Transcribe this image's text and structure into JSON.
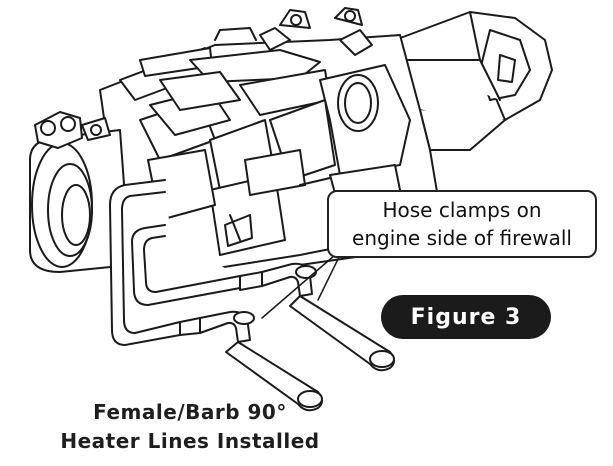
{
  "callout": {
    "line1": "Hose clamps on",
    "line2": "engine side of firewall"
  },
  "figure_label": "Figure 3",
  "caption": {
    "line1": "Female/Barb 90°",
    "line2": "Heater Lines Installed"
  },
  "colors": {
    "line": "#1a1a1a",
    "fill": "#ffffff",
    "badge": "#1b1b1b"
  }
}
